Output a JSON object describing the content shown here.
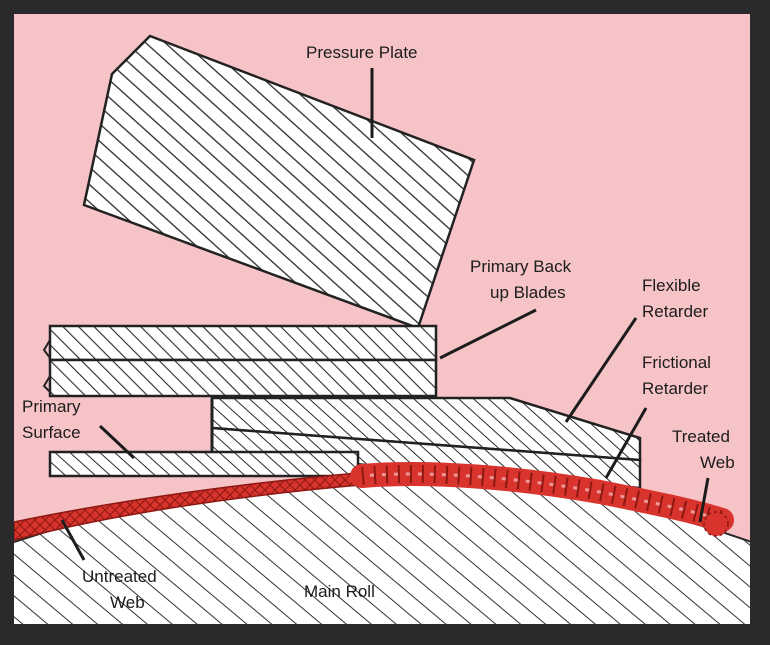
{
  "labels": {
    "pressure_plate": "Pressure Plate",
    "primary_backup_blades_1": "Primary Back",
    "primary_backup_blades_2": "up Blades",
    "flexible_retarder_1": "Flexible",
    "flexible_retarder_2": "Retarder",
    "frictional_retarder_1": "Frictional",
    "frictional_retarder_2": "Retarder",
    "treated_web_1": "Treated",
    "treated_web_2": "Web",
    "primary_surface_1": "Primary",
    "primary_surface_2": "Surface",
    "untreated_web_1": "Untreated",
    "untreated_web_2": "Web",
    "main_roll": "Main Roll"
  },
  "colors": {
    "background": "#f6c3c7",
    "frame": "#2a2a2c",
    "hatch_fill": "#ffffff",
    "hatch_line": "#2b2b2b",
    "web": "#d8332d",
    "web_dark": "#8c1812"
  }
}
